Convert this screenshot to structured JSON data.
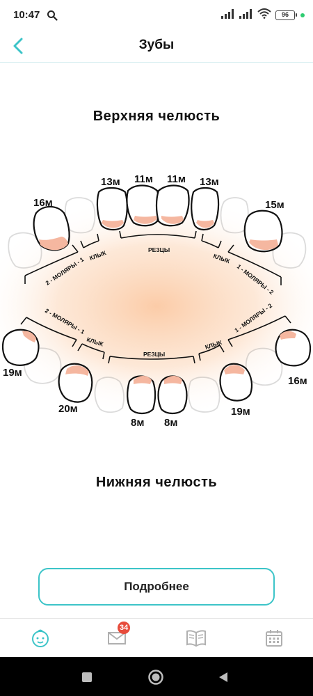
{
  "status_bar": {
    "time": "10:47",
    "battery": "96",
    "icons": [
      "search-icon",
      "signal-icon",
      "signal-icon",
      "wifi-icon",
      "battery-icon",
      "notification-dot"
    ]
  },
  "header": {
    "title": "Зубы",
    "back_icon": "chevron-left-icon"
  },
  "upper_jaw": {
    "title": "Верхняя челюсть",
    "teeth": [
      {
        "id": "u-l2",
        "label": "16м"
      },
      {
        "id": "u-l4",
        "label": "13м"
      },
      {
        "id": "u-l5",
        "label": "11м"
      },
      {
        "id": "u-r5",
        "label": "11м"
      },
      {
        "id": "u-r4",
        "label": "13м"
      },
      {
        "id": "u-r2",
        "label": "15м"
      }
    ],
    "group_labels": {
      "left_molars": "2 - МОЛЯРЫ - 1",
      "left_canine": "КЛЫК",
      "incisors": "РЕЗЦЫ",
      "right_canine": "КЛЫК",
      "right_molars": "1 - МОЛЯРЫ - 2"
    }
  },
  "lower_jaw": {
    "title": "Нижняя челюсть",
    "teeth": [
      {
        "id": "l-l1",
        "label": "19м"
      },
      {
        "id": "l-l3",
        "label": "20м"
      },
      {
        "id": "l-l5",
        "label": "8м"
      },
      {
        "id": "l-r5",
        "label": "8м"
      },
      {
        "id": "l-r3",
        "label": "19м"
      },
      {
        "id": "l-r1",
        "label": "16м"
      }
    ],
    "group_labels": {
      "left_molars": "2 - МОЛЯРЫ - 1",
      "left_canine": "КЛЫК",
      "incisors": "РЕЗЦЫ",
      "right_canine": "КЛЫК",
      "right_molars": "1 - МОЛЯРЫ - 2"
    }
  },
  "colors": {
    "accent": "#3cc4c8",
    "gum": "#f5b7a0",
    "glow": "#fbc9a3",
    "badge": "#e74c3c"
  },
  "more_button": {
    "label": "Подробнее"
  },
  "bottom_nav": {
    "items": [
      {
        "name": "baby-icon",
        "active": true
      },
      {
        "name": "mail-icon",
        "badge": "34"
      },
      {
        "name": "book-icon"
      },
      {
        "name": "calendar-icon"
      }
    ]
  },
  "system_nav": {
    "items": [
      "recents-square-icon",
      "home-circle-icon",
      "back-triangle-icon"
    ]
  }
}
